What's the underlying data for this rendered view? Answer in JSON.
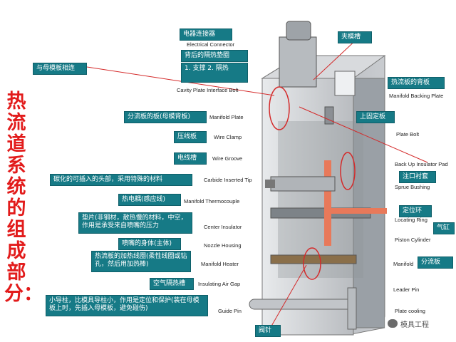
{
  "title": "热流道系统的组成部分：",
  "labels": {
    "cn": [
      {
        "key": "electrical_connector_cn",
        "text": "电器连接器"
      },
      {
        "key": "insulation_pad_cn",
        "text": "背后的隔热垫圈"
      },
      {
        "key": "insulation_pad_detail",
        "text": "1. 支撑 2. 隔热"
      },
      {
        "key": "mother_plate_cn",
        "text": "与母模板相连"
      },
      {
        "key": "clamp_slot_cn",
        "text": "夹模槽"
      },
      {
        "key": "manifold_backing_cn",
        "text": "热流板的背板"
      },
      {
        "key": "manifold_plate_cn",
        "text": "分流板的板(母模背板)"
      },
      {
        "key": "top_clamp_cn",
        "text": "上固定板"
      },
      {
        "key": "wire_clamp_cn",
        "text": "压线板"
      },
      {
        "key": "wire_groove_cn",
        "text": "电线槽"
      },
      {
        "key": "carbide_tip_cn",
        "text": "碳化的可插入的头部，采用特殊的材料"
      },
      {
        "key": "sprue_bushing_cn",
        "text": "注口衬套"
      },
      {
        "key": "thermocouple_cn",
        "text": "热电耦(感应线)"
      },
      {
        "key": "locating_ring_cn",
        "text": "定位环"
      },
      {
        "key": "center_insulator_cn",
        "text": "垫片(非钢材，散热慢的材料，中空，作用是承受来自喷嘴的压力"
      },
      {
        "key": "piston_cylinder_cn",
        "text": "气缸"
      },
      {
        "key": "nozzle_housing_cn",
        "text": "喷嘴的身体(主体)"
      },
      {
        "key": "manifold_heater_cn",
        "text": "热流板的加热线圈(柔性线圈或钻孔，然后用加热棒)"
      },
      {
        "key": "manifold_cn",
        "text": "分流板"
      },
      {
        "key": "air_gap_cn",
        "text": "空气隔热槽"
      },
      {
        "key": "guide_pin_cn",
        "text": "小导柱，比模具导柱小，作用是定位和保护(装在母模板上时，先插入母模板，避免碰伤)"
      },
      {
        "key": "valve_pin_cn",
        "text": "阀针"
      }
    ],
    "en": {
      "electrical_connector": "Electrical Connector",
      "cavity_plate_bolt": "Cavity Plate Interface Bolt",
      "manifold_plate": "Manifold Plate",
      "wire_clamp": "Wire Clamp",
      "wire_groove": "Wire Groove",
      "carbide_tip": "Carbide Inserted Tip",
      "manifold_thermocouple": "Manifold Thermocouple",
      "center_insulator": "Center Insulator",
      "nozzle_housing": "Nozzle Housing",
      "manifold_heater": "Manifold Heater",
      "insulating_air_gap": "Insulating Air Gap",
      "guide_pin": "Guide Pin",
      "manifold_backing_plate": "Manifold Backing Plate",
      "plate_bolt": "Plate Bolt",
      "back_up_insulator": "Back Up Insulator Pad",
      "sprue_bushing": "Sprue Bushing",
      "locating_ring": "Locating Ring",
      "piston_cylinder": "Piston Cylinder",
      "manifold": "Manifold",
      "leader_pin": "Leader Pin",
      "plate_cooling": "Plate cooling"
    }
  },
  "watermark": "模具工程",
  "colors": {
    "tag_bg": "#167a86",
    "title": "#e21b1b",
    "steel": "#c9ccd0",
    "arrow": "#d42a2a",
    "melt": "#e8795a"
  }
}
